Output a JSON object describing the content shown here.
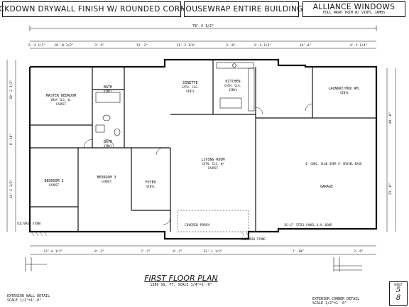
{
  "header": {
    "drywall": "KNOCKDOWN DRYWALL FINISH W/ ROUNDED CORNERS",
    "housewrap": "HOUSEWRAP ENTIRE BUILDING",
    "windows": "ALLIANCE WINDOWS",
    "windows_sub": "FULL WRAP TRIM W/ VINYL JAMBS"
  },
  "overall_dimension": "78'-4 1/2\"",
  "upper_dims": [
    "2'-4 1/2\"",
    "18'-0 1/2\"",
    "3'-4\"",
    "12'-2\"",
    "11'-3 1/4\"",
    "3'-0\"",
    "2'-4 1/2\"",
    "14'-6\"",
    "4'-2 1/4\""
  ],
  "lower_dims": [
    "12'-6 1/2\"",
    "8'-2\"",
    "7'-2\"",
    "4'-2\"",
    "23'-1 1/2\"",
    "7'-10\"",
    "2'-6\""
  ],
  "side_dims": [
    "10'-2 1/2\"",
    "8'-10\"",
    "14'-5 1/2\"",
    "48'-0\"",
    "21'-0\""
  ],
  "rooms": [
    {
      "name": "MASTER BEDROOM",
      "note": "VRAY CLG. W.",
      "floor": "CARPET"
    },
    {
      "name": "DINETTE",
      "note": "CATH. CLG.",
      "floor": "VINYL"
    },
    {
      "name": "KITCHEN",
      "note": "CATH. CLG.",
      "floor": "VINYL"
    },
    {
      "name": "LAUNDRY/MUD RM.",
      "note": "",
      "floor": "VINYL"
    },
    {
      "name": "BATH",
      "note": "",
      "floor": "VINYL"
    },
    {
      "name": "BATH",
      "note": "",
      "floor": "VINYL"
    },
    {
      "name": "LIVING ROOM",
      "note": "CATH. CLG. W/",
      "floor": "CARPET"
    },
    {
      "name": "BEDROOM 2",
      "note": "",
      "floor": "CARPET"
    },
    {
      "name": "BEDROOM 3",
      "note": "",
      "floor": "CARPET"
    },
    {
      "name": "FOYER",
      "note": "",
      "floor": "VINYL"
    },
    {
      "name": "GARAGE",
      "note": "",
      "floor": ""
    }
  ],
  "notes": {
    "covered_porch": "COVERED PORCH",
    "cultured_stone_left": "CULTURED STONE",
    "cultured_stone_right": "CULTURED STONE",
    "garage_door": "16'x7' STEEL PANEL O.H. DOOR",
    "garage_slab": "4\" CONC. SLAB OVER 4\" GRAVEL BASE"
  },
  "footer": {
    "title": "FIRST FLOOR PLAN",
    "subtitle": "1386 SQ. FT.          SCALE 1/4\"=1'-0\"",
    "left_detail": "EXTERIOR WALL DETAIL",
    "left_detail_scale": "SCALE 1/2\"=1'-0\"",
    "right_detail": "EXTERIOR CORNER DETAIL",
    "right_detail_scale": "SCALE 1/2\"=1'-0\""
  },
  "sheet": {
    "label": "SHEET",
    "number": "5",
    "total": "8"
  }
}
